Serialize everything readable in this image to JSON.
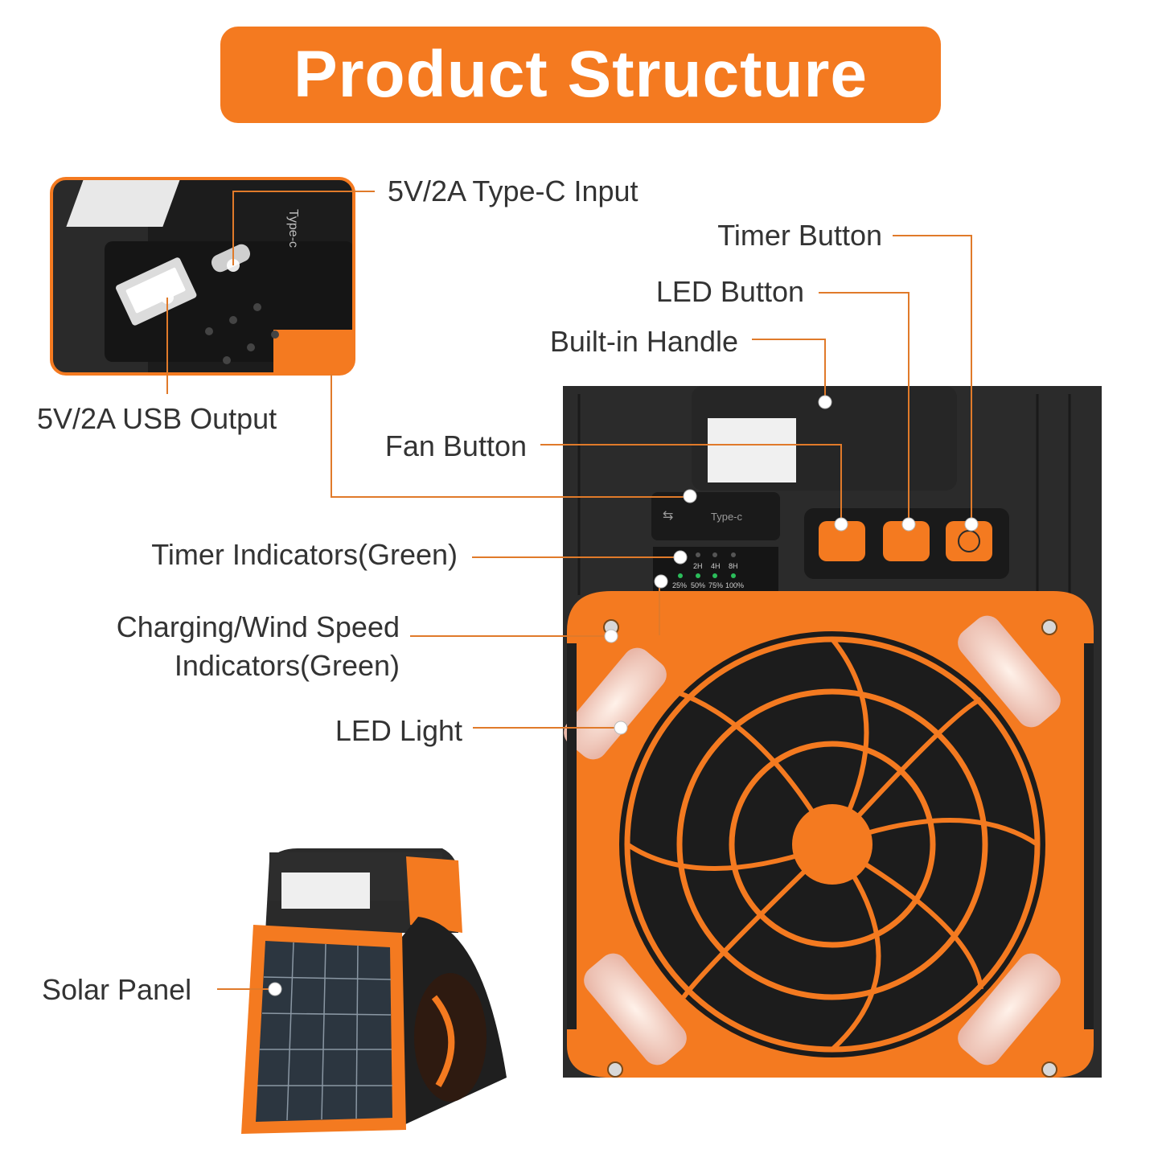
{
  "title": "Product Structure",
  "labels": {
    "type_c_input": "5V/2A Type-C Input",
    "usb_output": "5V/2A USB Output",
    "timer_button": "Timer Button",
    "led_button": "LED Button",
    "built_in_handle": "Built-in Handle",
    "fan_button": "Fan Button",
    "timer_indicators": "Timer Indicators(Green)",
    "charging_line1": "Charging/Wind Speed",
    "charging_line2": "Indicators(Green)",
    "led_light": "LED Light",
    "solar_panel": "Solar Panel"
  },
  "device_print": {
    "type_c": "Type-c",
    "timer_marks": [
      "2H",
      "4H",
      "8H"
    ],
    "level_marks": [
      "25%",
      "50%",
      "75%",
      "100%"
    ]
  },
  "colors": {
    "accent": "#f47a20",
    "body": "#2a2a2a",
    "leader": "#e07a2a"
  }
}
